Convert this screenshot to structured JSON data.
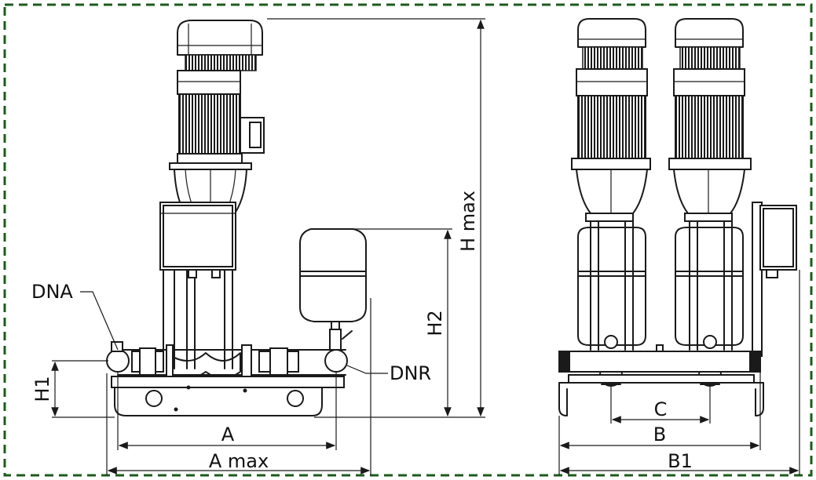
{
  "colors": {
    "border": "#1f5a1f",
    "line": "#1a1a1a",
    "background": "#ffffff"
  },
  "labels": {
    "dna": "DNA",
    "dnr": "DNR",
    "h1": "H1",
    "h2": "H2",
    "h_max": "H max",
    "a": "A",
    "a_max": "A max",
    "b": "B",
    "b1": "B1",
    "c": "C"
  }
}
